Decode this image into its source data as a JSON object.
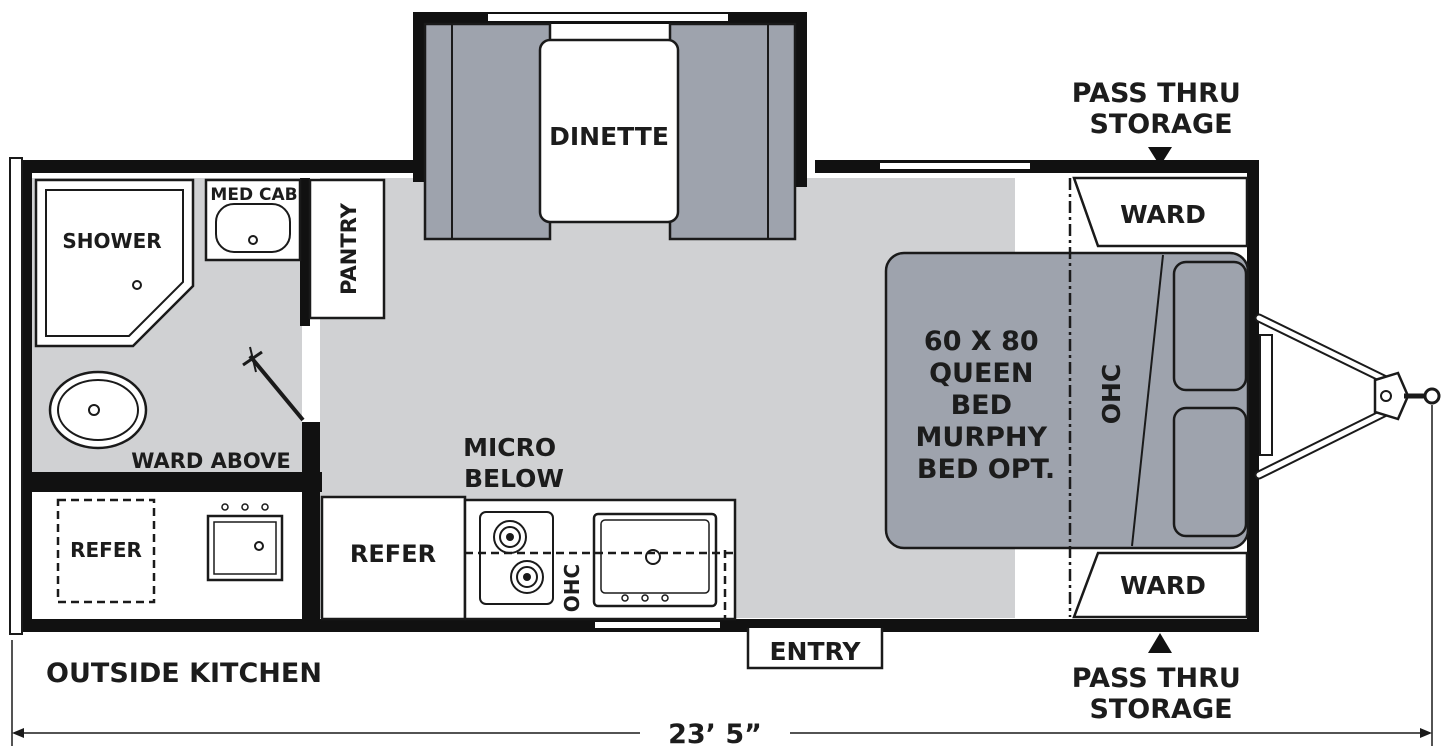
{
  "labels": {
    "dinette": "DINETTE",
    "pass_thru_storage_top": [
      "PASS THRU",
      "STORAGE"
    ],
    "pass_thru_storage_bottom": [
      "PASS THRU",
      "STORAGE"
    ],
    "ward_top": "WARD",
    "ward_bottom": "WARD",
    "shower": "SHOWER",
    "med_cab": "MED CAB",
    "pantry": "PANTRY",
    "bed": [
      "60 X 80",
      "QUEEN",
      "BED",
      "MURPHY",
      "BED OPT."
    ],
    "ohc_bed": "OHC",
    "ward_above": "WARD ABOVE",
    "micro_below": [
      "MICRO",
      "BELOW"
    ],
    "outside_refer": "REFER",
    "refer": "REFER",
    "ohc_kitchen": "OHC",
    "entry": "ENTRY",
    "outside_kitchen": "OUTSIDE KITCHEN",
    "length_dimension": "23’ 5”"
  },
  "colors": {
    "wall": "#111111",
    "floor": "#d0d1d3",
    "furniture": "#9ea3ad",
    "text": "#1c1c1c"
  }
}
